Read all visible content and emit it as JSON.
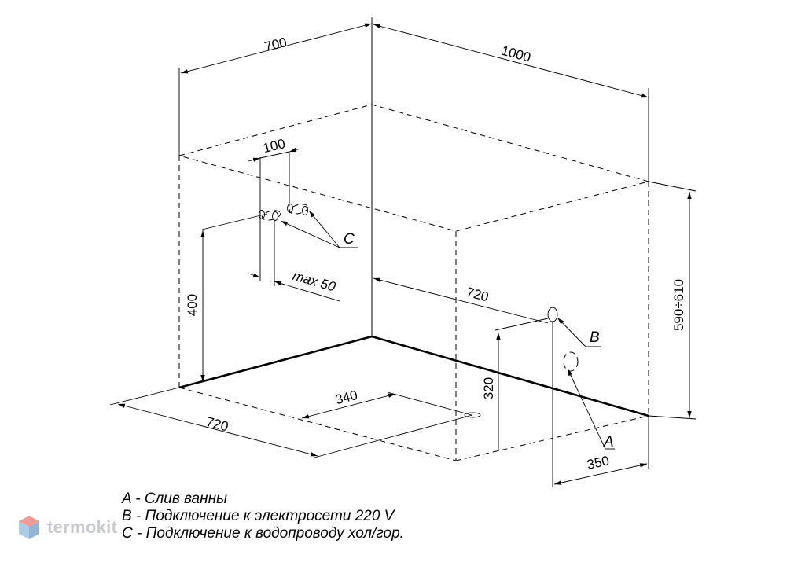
{
  "diagram": {
    "dimensions": {
      "width_top": "700",
      "depth_top": "1000",
      "spacing_top": "100",
      "height_right": "590÷610",
      "height_left": "400",
      "max_offset": "max 50",
      "depth_inner": "720",
      "width_bottom": "720",
      "drain_offset": "340",
      "drain_height": "320",
      "drain_side": "350"
    },
    "labels": {
      "a": "A",
      "b": "B",
      "c": "C"
    }
  },
  "legend": {
    "items": [
      "A - Слив ванны",
      "B - Подключение к электросети 220 V",
      "C - Подключение к водопроводу хол/гор."
    ]
  },
  "brand": {
    "name": "termokit",
    "icon": "cube-logo-icon",
    "colors": {
      "top": "#e8493f",
      "left": "#6aa6d6",
      "right": "#3a78b5"
    }
  }
}
